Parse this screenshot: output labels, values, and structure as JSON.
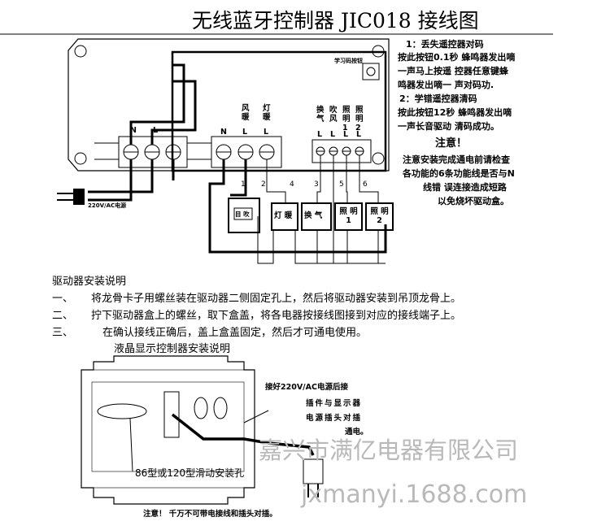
{
  "title": "无线蓝牙控制器 JIC018 接线图",
  "notes": {
    "n1_head": "1：丢失遥控器对码",
    "n1_l1": "按此按钮0.1秒 蜂鸣器发出嘀",
    "n1_l2": "一声马上按遥 控器任意键蜂",
    "n1_l3": "鸣器发出嘀一 声对码功.",
    "n2_head": "2：学错遥控器清码",
    "n2_l1": "按此按钮12秒 蜂鸣器发出嘀",
    "n2_l2": "一声长音驱动 清码成功。",
    "warn_head": "注意！",
    "warn_l1": "注意安装完成通电前请检查",
    "warn_l2": "各功能的6条功能线是否与N",
    "warn_l3": "线错 误连接造成短路",
    "warn_l4": "以免烧坏驱动盒。"
  },
  "diagram": {
    "learn_label": "学习码按钮",
    "terminal_left": [
      "N",
      "L"
    ],
    "terminal_mid": [
      "N",
      "L",
      "L"
    ],
    "terminal_right": [
      "L",
      "L",
      "L",
      "L"
    ],
    "func_top": [
      "风\n暖",
      "灯\n暖"
    ],
    "func_right_top": [
      "换\n气",
      "吹\n风",
      "照\n明\n1",
      "照\n明\n2"
    ],
    "wire_numbers": [
      "1",
      "2",
      "4",
      "3",
      "5",
      "6"
    ],
    "power_label": "220V/AC电源",
    "boxes": [
      "灯 暖",
      "换 气",
      "照 明\n1",
      "照 明\n2"
    ],
    "fan_heat_box": "目 吹"
  },
  "instructions": {
    "heading": "驱动器安装说明",
    "items": [
      {
        "num": "一、",
        "text": "将龙骨卡子用螺丝装在驱动器二侧固定孔上，然后将驱动器安装到吊顶龙骨上。"
      },
      {
        "num": "二、",
        "text": "拧下驱动器盒上的螺丝，取下盒盖，将各电器按接线图接到对应的接线端子上。"
      },
      {
        "num": "三、",
        "text": "在确认接线正确后，盖上盒盖固定，然后才可通电使用。"
      }
    ],
    "lcd_heading": "液晶显示控制器安装说明"
  },
  "lcd": {
    "power_note_l1": "接好220V/AC电源后接",
    "power_note_l2": "插件与显示器",
    "power_note_l3": "电源插头对插",
    "power_note_l4": "通电。",
    "mount_label": "86型或120型滑动安装孔",
    "bottom_warning": "注意！ 千万不可带电接线和插头对插。"
  },
  "watermark": {
    "line1": "嘉兴市满亿电器有限公司",
    "line2": "jxmanyi.1688.com"
  }
}
